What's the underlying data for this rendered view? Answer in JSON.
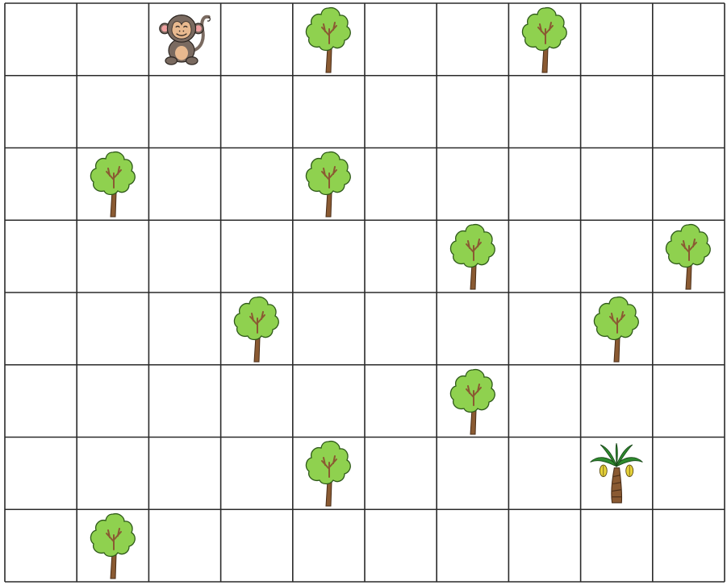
{
  "board": {
    "rows": 8,
    "cols": 10,
    "colors": {
      "background": "#ffffff",
      "grid_line": "#2a2a2a",
      "tree_canopy": "#8fd14f",
      "tree_trunk": "#8a5a32",
      "monkey_fur": "#7a6a60",
      "monkey_face": "#e8b98f",
      "palm_leaf": "#2e8b2e",
      "banana": "#e6d23a"
    },
    "pieces": [
      {
        "type": "monkey",
        "icon": "monkey-icon",
        "row": 0,
        "col": 2
      },
      {
        "type": "tree",
        "icon": "tree-icon",
        "row": 0,
        "col": 4
      },
      {
        "type": "tree",
        "icon": "tree-icon",
        "row": 0,
        "col": 7
      },
      {
        "type": "tree",
        "icon": "tree-icon",
        "row": 2,
        "col": 1
      },
      {
        "type": "tree",
        "icon": "tree-icon",
        "row": 2,
        "col": 4
      },
      {
        "type": "tree",
        "icon": "tree-icon",
        "row": 3,
        "col": 6
      },
      {
        "type": "tree",
        "icon": "tree-icon",
        "row": 3,
        "col": 9
      },
      {
        "type": "tree",
        "icon": "tree-icon",
        "row": 4,
        "col": 3
      },
      {
        "type": "tree",
        "icon": "tree-icon",
        "row": 4,
        "col": 8
      },
      {
        "type": "tree",
        "icon": "tree-icon",
        "row": 5,
        "col": 6
      },
      {
        "type": "tree",
        "icon": "tree-icon",
        "row": 6,
        "col": 4
      },
      {
        "type": "banana_palm",
        "icon": "banana-palm-icon",
        "row": 6,
        "col": 8
      },
      {
        "type": "tree",
        "icon": "tree-icon",
        "row": 7,
        "col": 1
      }
    ]
  }
}
